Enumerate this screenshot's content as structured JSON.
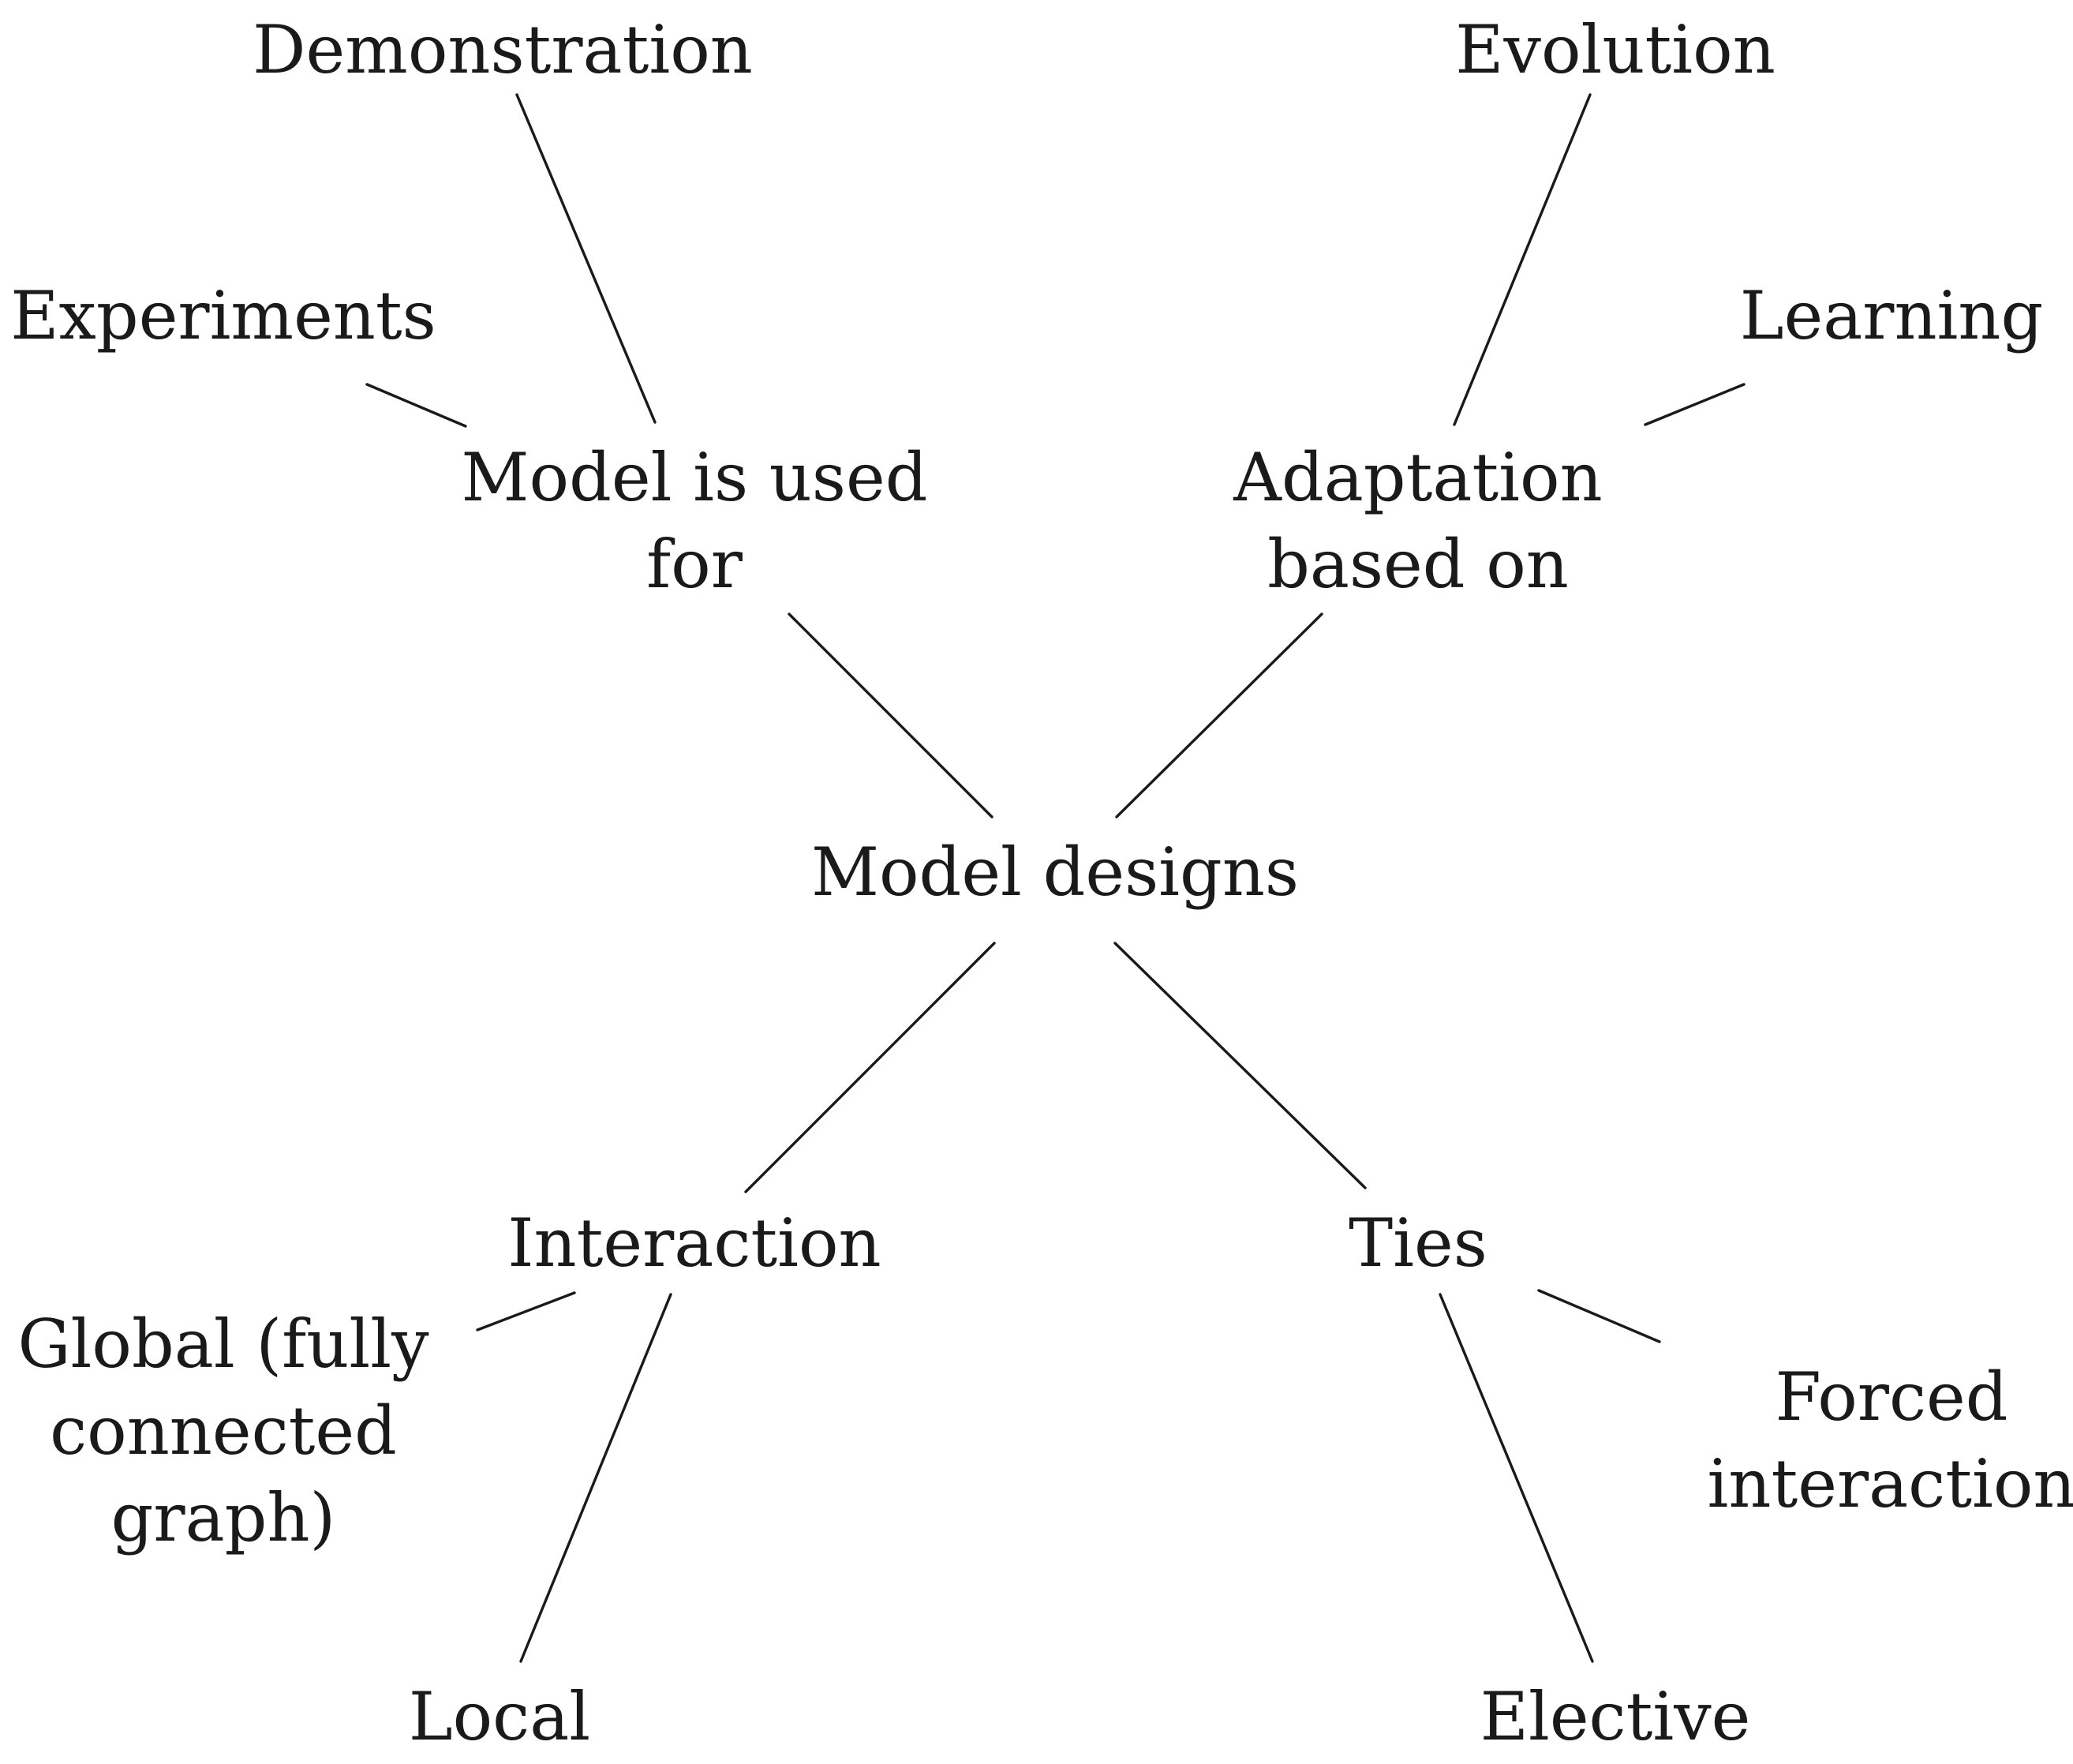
{
  "diagram": {
    "center": "Model designs",
    "branches": {
      "use": {
        "label": "Model is used for",
        "line1": "Model is used",
        "line2": "for",
        "leaves": {
          "demonstration": "Demonstration",
          "experiments": "Experiments"
        }
      },
      "adaptation": {
        "label": "Adaptation based on",
        "line1": "Adaptation",
        "line2": "based on",
        "leaves": {
          "evolution": "Evolution",
          "learning": "Learning"
        }
      },
      "interaction": {
        "label": "Interaction",
        "leaves": {
          "global": "Global (fully connected graph)",
          "global_line1": "Global (fully",
          "global_line2": "connected",
          "global_line3": "graph)",
          "local": "Local"
        }
      },
      "ties": {
        "label": "Ties",
        "leaves": {
          "forced": "Forced interaction",
          "forced_line1": "Forced",
          "forced_line2": "interaction",
          "elective": "Elective"
        }
      }
    }
  }
}
